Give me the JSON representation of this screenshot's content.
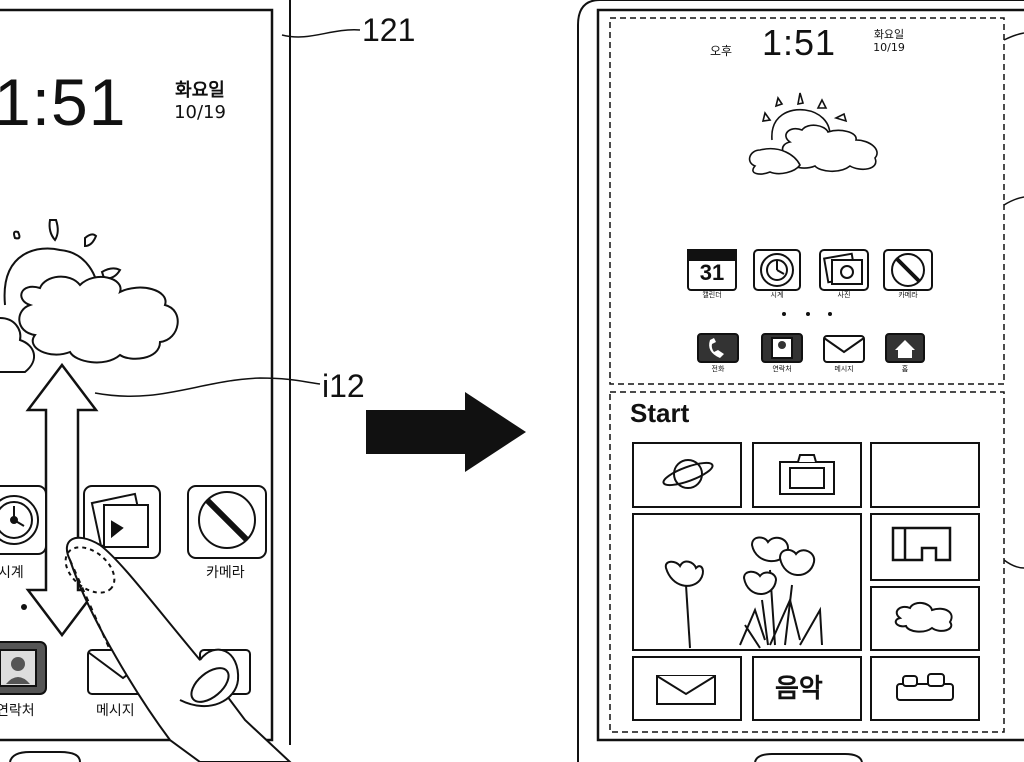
{
  "labels": {
    "ref_121": "121",
    "ref_i12": "i12"
  },
  "left_screen": {
    "time": "1:51",
    "weekday": "화요일",
    "date": "10/19",
    "app_labels": [
      "시계",
      "카메라"
    ],
    "dock_labels": [
      "연락처",
      "메시지"
    ]
  },
  "right_screen": {
    "ampm": "오후",
    "time": "1:51",
    "weekday": "화요일",
    "date": "10/19",
    "calendar_day": "31",
    "app_labels": [
      "캘린더",
      "시계",
      "사진",
      "카메라"
    ],
    "dock_labels": [
      "전화",
      "연락처",
      "메시지",
      "홈"
    ],
    "start_label": "Start",
    "tile_icons": [
      "planet-icon",
      "tv-icon",
      "blank-tile",
      "flower-photo",
      "sd-card-icon",
      "cloud-icon",
      "mail-icon",
      "music-icon",
      "game-icon"
    ],
    "music_text": "음악"
  }
}
